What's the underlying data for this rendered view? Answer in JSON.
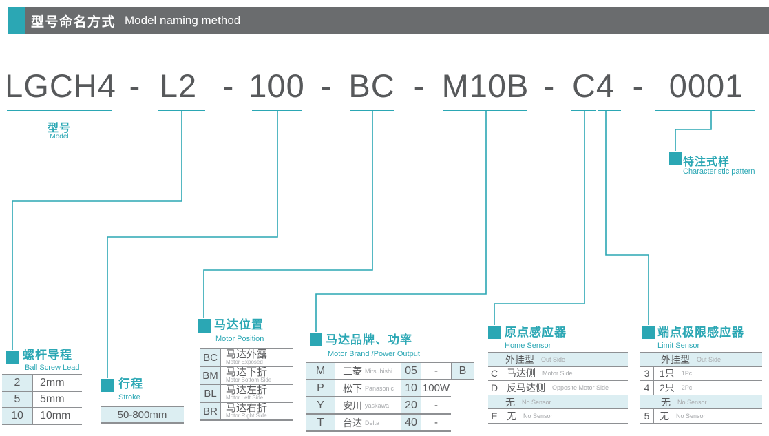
{
  "colors": {
    "teal": "#2ba7b4",
    "header_gray": "#6a6c6e",
    "text_gray": "#58595b",
    "sub_gray": "#a8aaad",
    "cell_blue": "#dceef2",
    "border_gray": "#8e9093"
  },
  "header": {
    "zh": "型号命名方式",
    "en": "Model naming method"
  },
  "model_code": {
    "segments": [
      "LGCH4",
      "L2",
      "100",
      "BC",
      "M10B",
      "C4",
      "0001"
    ],
    "separator": "-"
  },
  "callouts": {
    "model": {
      "zh": "型号",
      "en": "Model"
    },
    "characteristic_pattern": {
      "zh": "特注式样",
      "en": "Characteristic pattern"
    }
  },
  "ball_screw_lead": {
    "zh": "螺杆导程",
    "en": "Ball Screw Lead",
    "rows": [
      {
        "code": "2",
        "value": "2mm"
      },
      {
        "code": "5",
        "value": "5mm"
      },
      {
        "code": "10",
        "value": "10mm"
      }
    ]
  },
  "stroke": {
    "zh": "行程",
    "en": "Stroke",
    "value": "50-800mm"
  },
  "motor_position": {
    "zh": "马达位置",
    "en": "Motor Position",
    "rows": [
      {
        "code": "BC",
        "zh": "马达外露",
        "en": "Motor Exposed"
      },
      {
        "code": "BM",
        "zh": "马达下折",
        "en": "Motor Bottom Side"
      },
      {
        "code": "BL",
        "zh": "马达左折",
        "en": "Motor Left Side"
      },
      {
        "code": "BR",
        "zh": "马达右折",
        "en": "Motor Right Side"
      }
    ]
  },
  "motor_brand": {
    "zh": "马达品牌、功率",
    "en": "Motor Brand /Power Output",
    "rows": [
      {
        "code": "M",
        "zh": "三菱",
        "en": "Mitsubishi",
        "power_code": "05",
        "power": "-",
        "suffix": "B"
      },
      {
        "code": "P",
        "zh": "松下",
        "en": "Panasonic",
        "power_code": "10",
        "power": "100W",
        "suffix": ""
      },
      {
        "code": "Y",
        "zh": "安川",
        "en": "yaskawa",
        "power_code": "20",
        "power": "-",
        "suffix": ""
      },
      {
        "code": "T",
        "zh": "台达",
        "en": "Delta",
        "power_code": "40",
        "power": "-",
        "suffix": ""
      }
    ]
  },
  "home_sensor": {
    "zh": "原点感应器",
    "en": "Home Sensor",
    "rows": [
      {
        "code": "",
        "zh": "外挂型",
        "en": "Out Side"
      },
      {
        "code": "C",
        "zh": "马达侧",
        "en": "Motor Side"
      },
      {
        "code": "D",
        "zh": "反马达侧",
        "en": "Opposite Motor Side"
      },
      {
        "code": "",
        "zh": "无",
        "en": "No Sensor"
      },
      {
        "code": "E",
        "zh": "无",
        "en": "No Sensor"
      }
    ]
  },
  "limit_sensor": {
    "zh": "端点极限感应器",
    "en": "Limit Sensor",
    "rows": [
      {
        "code": "",
        "zh": "外挂型",
        "en": "Out Side"
      },
      {
        "code": "3",
        "zh": "1只",
        "en": "1Pc"
      },
      {
        "code": "4",
        "zh": "2只",
        "en": "2Pc"
      },
      {
        "code": "",
        "zh": "无",
        "en": "No Sensor"
      },
      {
        "code": "5",
        "zh": "无",
        "en": "No Sensor"
      }
    ]
  }
}
